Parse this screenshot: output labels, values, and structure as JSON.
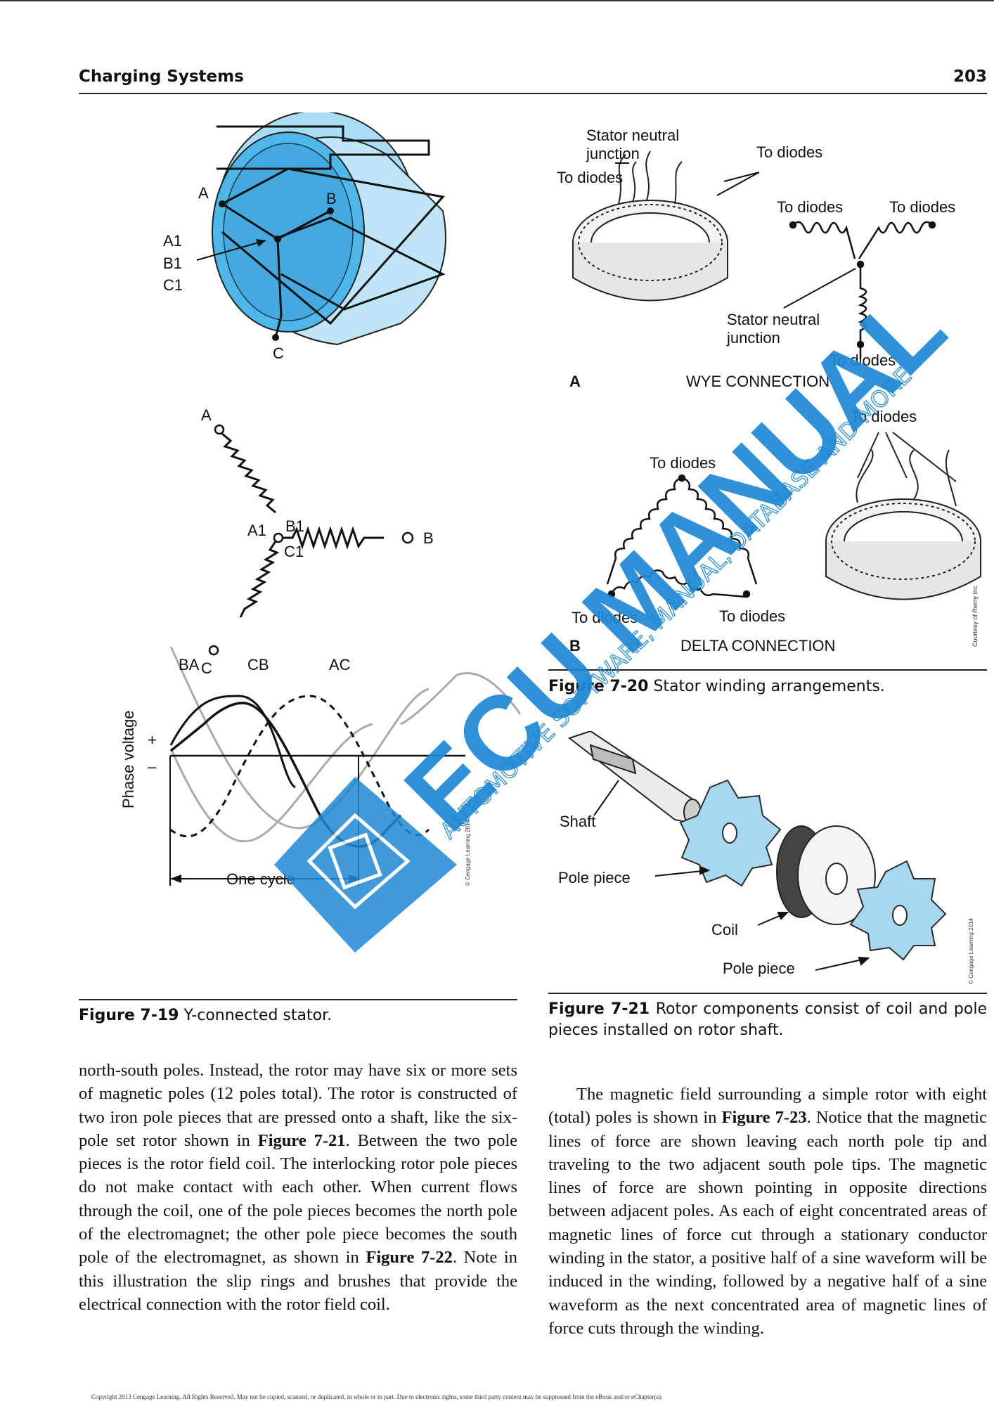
{
  "header": {
    "title": "Charging Systems",
    "page_number": "203"
  },
  "figure_7_19": {
    "stator_labels": {
      "a": "A",
      "b": "B",
      "a1": "A1",
      "b1": "B1",
      "c1": "C1",
      "c": "C"
    },
    "schematic_labels": {
      "a": "A",
      "a1": "A1",
      "b1": "B1",
      "c1": "C1",
      "b": "B",
      "c": "C"
    },
    "wave_labels": {
      "ba": "BA",
      "cb": "CB",
      "ac": "AC"
    },
    "y_axis_label": "Phase voltage",
    "plus": "+",
    "minus": "–",
    "cycle_label": "One cycle",
    "credit": "© Cengage Learning 2014",
    "caption_number": "Figure 7-19",
    "caption_text": " Y-connected stator."
  },
  "figure_7_20": {
    "wye": {
      "stator_neutral_junction_1": "Stator neutral junction",
      "to_diodes_1": "To diodes",
      "to_diodes_2": "To diodes",
      "to_diodes_3": "To diodes",
      "to_diodes_4": "To diodes",
      "stator_neutral_junction_2": "Stator neutral junction",
      "to_diodes_5": "To diodes",
      "panel_letter": "A",
      "title": "WYE CONNECTION"
    },
    "delta": {
      "to_diodes_1": "To diodes",
      "to_diodes_2": "To diodes",
      "to_diodes_3": "To diodes",
      "to_diodes_4": "To diodes",
      "panel_letter": "B",
      "title": "DELTA CONNECTION"
    },
    "credit": "Courtesy of Remy Inc.",
    "caption_number": "Figure 7-20",
    "caption_text": " Stator winding arrangements."
  },
  "figure_7_21": {
    "shaft": "Shaft",
    "pole_piece_1": "Pole piece",
    "coil": "Coil",
    "pole_piece_2": "Pole piece",
    "credit": "© Cengage Learning 2014",
    "caption_number": "Figure 7-21",
    "caption_text": " Rotor components consist of coil and pole pieces installed on rotor shaft."
  },
  "left_column": {
    "t1": "north-south poles. Instead, the rotor may have six or more sets of magnetic poles (12 poles total). The rotor is constructed of two iron pole pieces that are pressed onto a shaft, like the six-pole set rotor shown in ",
    "ref1": "Figure 7-21",
    "t2": ". Between the two pole pieces is the rotor field coil. The interlocking rotor pole pieces do not make contact with each other. When current flows through the coil, one of the pole pieces becomes the north pole of the electromagnet; the other pole piece becomes the south pole of the electromagnet, as shown in ",
    "ref2": "Figure 7-22",
    "t3": ". Note in this illustration the slip rings and brushes that provide the electrical connection with the rotor field coil."
  },
  "right_column": {
    "t1": "The magnetic field surrounding a simple rotor with eight (total) poles is shown in ",
    "ref1": "Figure 7-23",
    "t2": ". Notice that the magnetic lines of force are shown leaving each north pole tip and traveling to the two adjacent south pole tips. The magnetic lines of force are shown pointing in opposite directions between adjacent poles. As each of eight concentrated areas of magnetic lines of force cut through a stationary conductor winding in the stator, a positive half of a sine waveform will be induced in the winding, followed by a negative half of a sine waveform as the next concentrated area of magnetic lines of force cuts through the winding."
  },
  "watermark": {
    "main": "ECU MANUAL",
    "sub": "AUTOMOTIVE SOFTWARE, MANUAL, DATABASE AND MORE"
  },
  "footer": {
    "text": "Copyright 2013 Cengage Learning. All Rights Reserved. May not be copied, scanned, or duplicated, in whole or in part. Due to electronic rights, some third party content may be suppressed from the eBook and/or eChapter(s)."
  },
  "colors": {
    "stator_blue": "#5bc0eb",
    "watermark_blue": "#1e88d4",
    "rotor_blue": "#a8d8f0"
  }
}
